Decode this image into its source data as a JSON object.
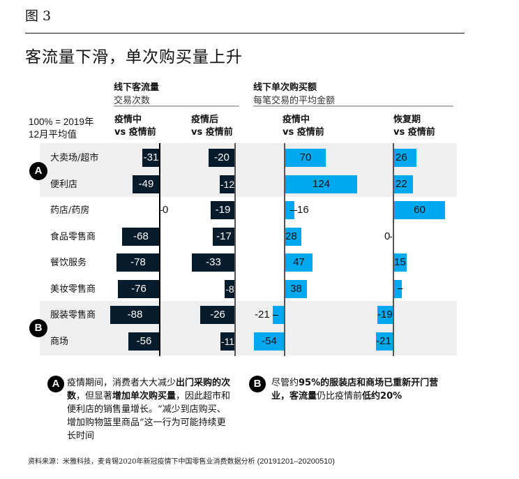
{
  "figure_label": "图 3",
  "title": "客流量下滑，单次购买量上升",
  "basis": {
    "line1": "100% = 2019年",
    "line2": "12月平均值"
  },
  "groups": [
    {
      "title": "线下客流量",
      "subtitle": "交易次数"
    },
    {
      "title": "线下单次购买额",
      "subtitle": "每笔交易的平均金额"
    }
  ],
  "columns": [
    {
      "line1": "疫情中",
      "line2": "vs 疫情前"
    },
    {
      "line1": "疫情后",
      "line2": "vs 疫情前"
    },
    {
      "line1": "疫情中",
      "line2": "vs 疫情前"
    },
    {
      "line1": "恢复期",
      "line2": "vs 疫情前"
    }
  ],
  "rows": [
    {
      "label": "大卖场/超市",
      "group": "A"
    },
    {
      "label": "便利店",
      "group": "A"
    },
    {
      "label": "药店/药房",
      "group": ""
    },
    {
      "label": "食品零售商",
      "group": ""
    },
    {
      "label": "餐饮服务",
      "group": ""
    },
    {
      "label": "美妆零售商",
      "group": ""
    },
    {
      "label": "服装零售商",
      "group": "B"
    },
    {
      "label": "商场",
      "group": "B"
    }
  ],
  "badges": {
    "a": "A",
    "b": "B"
  },
  "values": {
    "c0": [
      "-31",
      "-49",
      "0",
      "-68",
      "-78",
      "-76",
      "-88",
      "-56"
    ],
    "c1": [
      "-20",
      "-12",
      "-19",
      "-17",
      "-33",
      "-8",
      "-26",
      "-11"
    ],
    "c2": [
      "70",
      "124",
      "16",
      "28",
      "47",
      "38",
      "-21",
      "-54"
    ],
    "c3": [
      "26",
      "22",
      "60",
      "0",
      "15",
      "",
      "-19",
      "-21"
    ]
  },
  "notes": {
    "a": {
      "badge": "A",
      "t1": "疫情期间，消费者大大减少",
      "b1": "出门采购的次数",
      "t2": "，但显著",
      "b2": "增加单次购买量",
      "t3": "，因此超市和便利店的销售量增长。“减少到店购买、增加购物篮里商品”这一行为可能持续更长时间"
    },
    "b": {
      "badge": "B",
      "t1": "尽管约",
      "b1": "95%的服装店和商场已重新开门营业，客流量",
      "t2": "仍比疫情前",
      "b2": "低约20%"
    }
  },
  "source": {
    "text": "资料来源：米雅科技，麦肯锡2020年新冠疫情下中国零售业消费数据分析",
    "range": "(20191201–20200510)"
  },
  "colors": {
    "dark_bar": "#061b2c",
    "blue_bar": "#00a8f0",
    "band": "#efefef"
  },
  "chart_data": [
    {
      "type": "bar",
      "orientation": "horizontal",
      "title": "线下客流量 (交易次数) — 疫情中 vs 疫情前",
      "categories": [
        "大卖场/超市",
        "便利店",
        "药店/药房",
        "食品零售商",
        "餐饮服务",
        "美妆零售商",
        "服装零售商",
        "商场"
      ],
      "values": [
        -31,
        -49,
        0,
        -68,
        -78,
        -76,
        -88,
        -56
      ],
      "unit": "%",
      "color": "#061b2c"
    },
    {
      "type": "bar",
      "orientation": "horizontal",
      "title": "线下客流量 (交易次数) — 疫情后 vs 疫情前",
      "categories": [
        "大卖场/超市",
        "便利店",
        "药店/药房",
        "食品零售商",
        "餐饮服务",
        "美妆零售商",
        "服装零售商",
        "商场"
      ],
      "values": [
        -20,
        -12,
        -19,
        -17,
        -33,
        -8,
        -26,
        -11
      ],
      "unit": "%",
      "color": "#061b2c"
    },
    {
      "type": "bar",
      "orientation": "horizontal",
      "title": "线下单次购买额 (每笔交易的平均金额) — 疫情中 vs 疫情前",
      "categories": [
        "大卖场/超市",
        "便利店",
        "药店/药房",
        "食品零售商",
        "餐饮服务",
        "美妆零售商",
        "服装零售商",
        "商场"
      ],
      "values": [
        70,
        124,
        16,
        28,
        47,
        38,
        -21,
        -54
      ],
      "unit": "%",
      "color": "#00a8f0"
    },
    {
      "type": "bar",
      "orientation": "horizontal",
      "title": "线下单次购买额 (每笔交易的平均金额) — 恢复期 vs 疫情前",
      "categories": [
        "大卖场/超市",
        "便利店",
        "药店/药房",
        "食品零售商",
        "餐饮服务",
        "美妆零售商",
        "服装零售商",
        "商场"
      ],
      "values": [
        26,
        22,
        60,
        0,
        15,
        null,
        -19,
        -21
      ],
      "notes": "美妆零售商 value unlabeled (small positive bar, ~9)",
      "unit": "%",
      "color": "#00a8f0"
    }
  ]
}
